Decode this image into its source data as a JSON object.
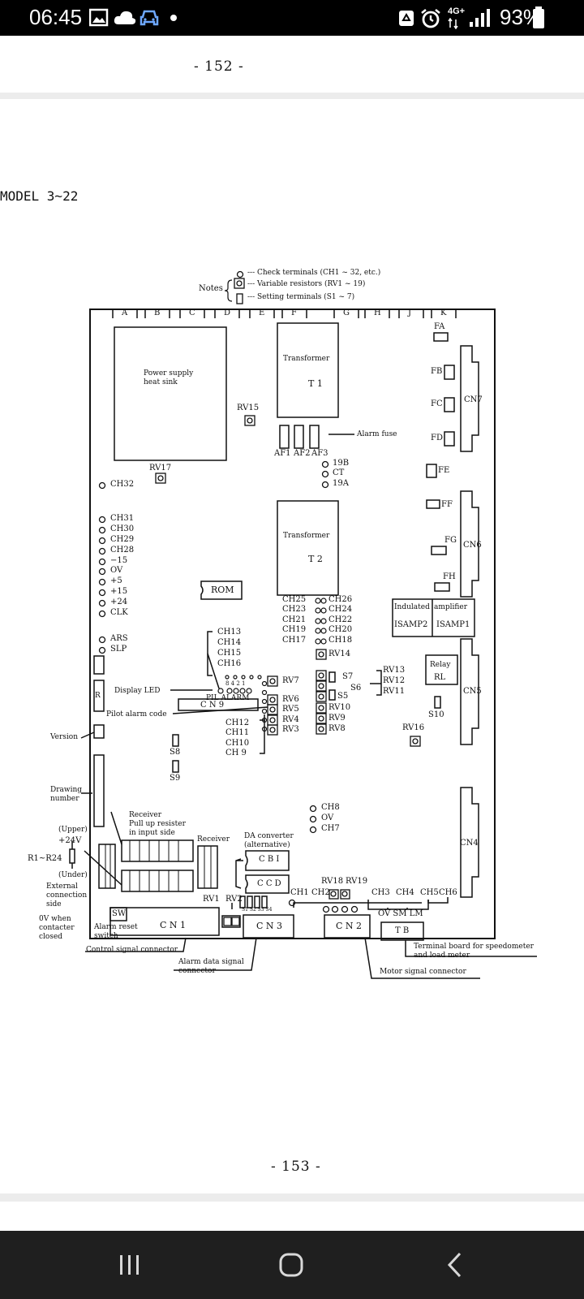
{
  "status_bar": {
    "time": "06:45",
    "battery": "93%",
    "network": "4G+",
    "icons": [
      "gallery-icon",
      "cloud-icon",
      "car-icon",
      "dot-icon",
      "recycle-icon",
      "alarm-icon",
      "signal-icon",
      "battery-icon"
    ]
  },
  "document": {
    "page_top": "- 152 -",
    "page_bottom": "- 153 -",
    "title": "MODEL 3~22"
  },
  "notes": {
    "title": "Notes",
    "check": "--- Check terminals (CH1 ~ 32, etc.)",
    "variable": "--- Variable resistors (RV1 ~ 19)",
    "setting": "--- Setting terminals (S1 ~ 7)"
  },
  "columns": [
    "A",
    "B",
    "C",
    "D",
    "E",
    "F",
    "G",
    "H",
    "J",
    "K"
  ],
  "components": {
    "power_supply_1": "Power supply",
    "power_supply_2": "heat sink",
    "transformer_1": "Transformer",
    "t1": "T 1",
    "transformer_2": "Transformer",
    "t2": "T 2",
    "rom": "ROM",
    "alarm_fuse": "Alarm fuse",
    "af1": "AF1",
    "af2": "AF2",
    "af3": "AF3",
    "indulated": "Indulated",
    "amplifier": "amplifier",
    "isamp2": "ISAMP2",
    "isamp1": "ISAMP1",
    "relay": "Relay",
    "rl": "RL",
    "cn1": "C N 1",
    "cn2": "C N 2",
    "cn3": "C N 3",
    "cn4": "CN4",
    "cn5": "CN5",
    "cn6": "CN6",
    "cn7": "CN7",
    "cn9": "C N  9",
    "tb": "T B",
    "cbi": "C B I",
    "ccd": "C C D",
    "sw": "SW",
    "r_mark": "R"
  },
  "left_terminals": [
    "CH31",
    "CH30",
    "CH29",
    "CH28",
    "−15",
    "OV",
    "+5",
    "+15",
    "+24",
    "CLK"
  ],
  "ch32": "CH32",
  "ars": "ARS",
  "slp": "SLP",
  "ch_bracket": [
    "CH13",
    "CH14",
    "CH15",
    "CH16"
  ],
  "ch_pairs": [
    [
      "CH25",
      "CH26"
    ],
    [
      "CH23",
      "CH24"
    ],
    [
      "CH21",
      "CH22"
    ],
    [
      "CH19",
      "CH20"
    ],
    [
      "CH17",
      "CH18"
    ]
  ],
  "ch_lower": [
    "CH12",
    "CH11",
    "CH10",
    "CH  9"
  ],
  "ch_bottom": [
    "CH8",
    "OV",
    "CH7"
  ],
  "test_top": [
    "19B",
    "CT",
    "19A"
  ],
  "rv": {
    "rv1": "RV1",
    "rv2": "RV2",
    "rv3": "RV3",
    "rv4": "RV4",
    "rv5": "RV5",
    "rv6": "RV6",
    "rv7": "RV7",
    "rv8": "RV8",
    "rv9": "RV9",
    "rv10": "RV10",
    "rv11": "RV11",
    "rv12": "RV12",
    "rv13": "RV13",
    "rv14": "RV14",
    "rv15": "RV15",
    "rv16": "RV16",
    "rv17": "RV17",
    "rv18": "RV18",
    "rv19": "RV19"
  },
  "settings": {
    "s5": "S5",
    "s6": "S6",
    "s7": "S7",
    "s8": "S8",
    "s9": "S9",
    "s10": "S10",
    "s1234": "S1 S2 S3 S4",
    "leds": "8 4 2 1"
  },
  "fuses": [
    "FA",
    "FB",
    "FC",
    "FD",
    "FE",
    "FF",
    "FG",
    "FH"
  ],
  "bottom_ch": [
    "CH1",
    "CH2",
    "CH3",
    "CH4",
    "CH5",
    "CH6"
  ],
  "ov_sm_lm": "OV  SM  LM",
  "annotations": {
    "display_led": "Display LED",
    "pil_alarm": "PIL ALARM",
    "pilot_alarm_code": "Pilot alarm code",
    "version": "Version",
    "drawing_1": "Drawing",
    "drawing_2": "number",
    "receiver_pull_1": "Receiver",
    "receiver_pull_2": "Pull up resister",
    "receiver_pull_3": "in input side",
    "receiver": "Receiver",
    "da_converter_1": "DA converter",
    "da_converter_2": "(alternative)",
    "upper": "(Upper)",
    "plus24v": "+24V",
    "r1_r24": "R1~R24",
    "under": "(Under)",
    "external_1": "External",
    "external_2": "connection",
    "external_3": "side",
    "ov_when_1": "0V when",
    "ov_when_2": "contacter",
    "ov_when_3": "closed",
    "alarm_reset_1": "Alarm reset",
    "alarm_reset_2": "switch",
    "control_signal": "Control signal connector",
    "alarm_data_1": "Alarm data signal",
    "alarm_data_2": "connector",
    "motor_signal": "Motor signal connector",
    "terminal_board_1": "Terminal board for speedometer",
    "terminal_board_2": "and load meter"
  }
}
